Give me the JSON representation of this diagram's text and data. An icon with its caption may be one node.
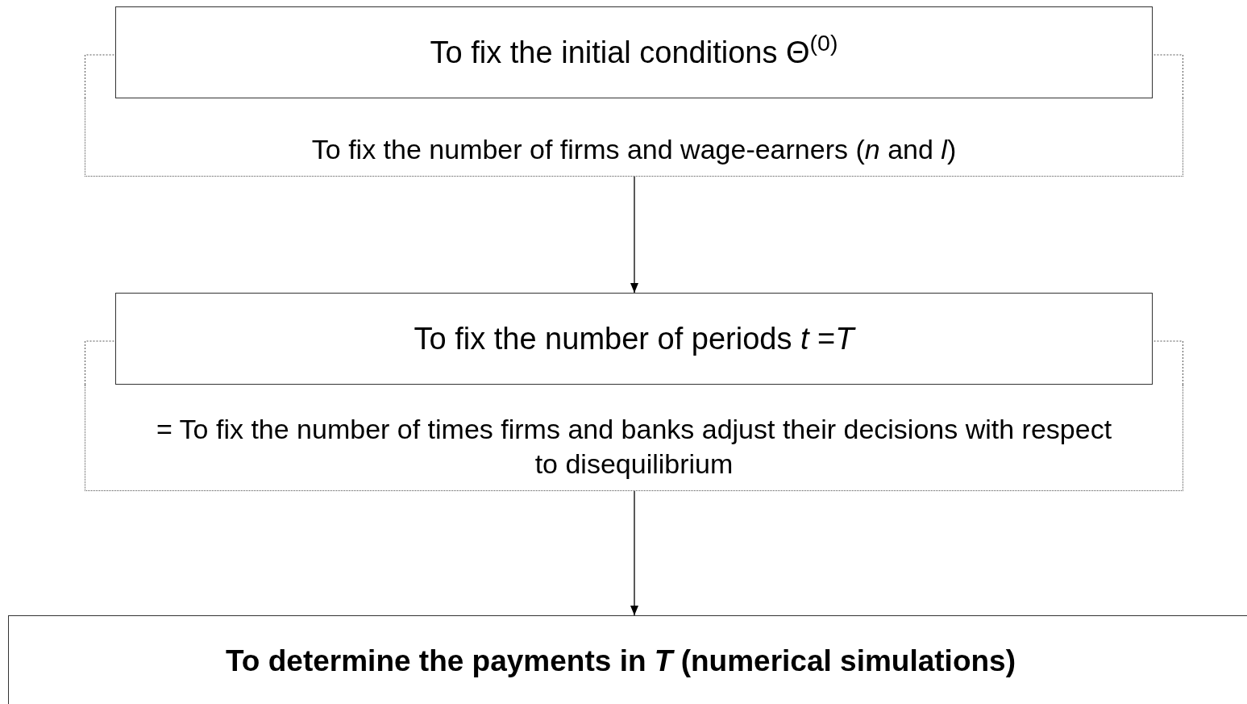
{
  "diagram": {
    "nodes": [
      {
        "text": [
          "To fix the initial conditions Θ$^{(0)}$"
        ]
      },
      {
        "text": [
          "To fix the number of firms and wage-earners (*n* and *l*)"
        ]
      },
      {
        "text": [
          "To fix the number of periods *t* =*T*"
        ]
      },
      {
        "text": [
          "= To fix the number of times firms and banks adjust their decisions with respect to disequilibrium"
        ]
      },
      {
        "text": [
          "To determine the payments in *T* (numerical simulations)"
        ]
      }
    ],
    "edges": [
      {
        "from": 1,
        "to": 2,
        "arrow": "to"
      },
      {
        "from": 3,
        "to": 4,
        "arrow": "to"
      }
    ]
  }
}
